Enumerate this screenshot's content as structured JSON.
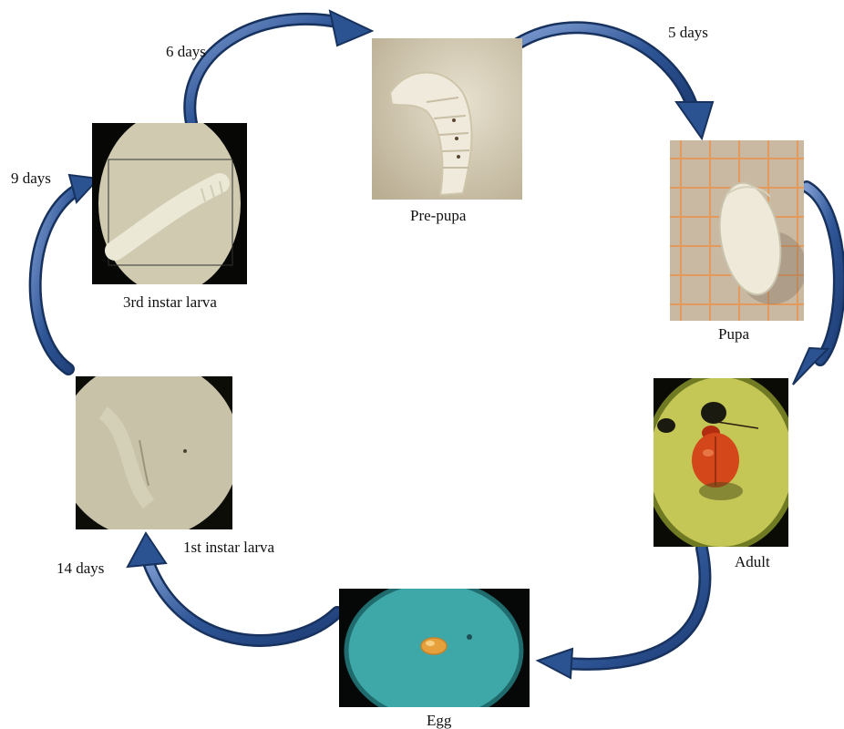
{
  "stages": {
    "prepupa": "Pre-pupa",
    "pupa": "Pupa",
    "adult": "Adult",
    "egg": "Egg",
    "first_instar": "1st instar larva",
    "third_instar": "3rd instar larva"
  },
  "durations": {
    "third_to_prepupa": "6 days",
    "prepupa_to_pupa": "5 days",
    "first_to_third": "9 days",
    "egg_to_first": "14 days"
  },
  "colors": {
    "arrow_fill": "#2c5391",
    "arrow_edge": "#17325e",
    "arrow_highlight": "#6f8fc4"
  }
}
